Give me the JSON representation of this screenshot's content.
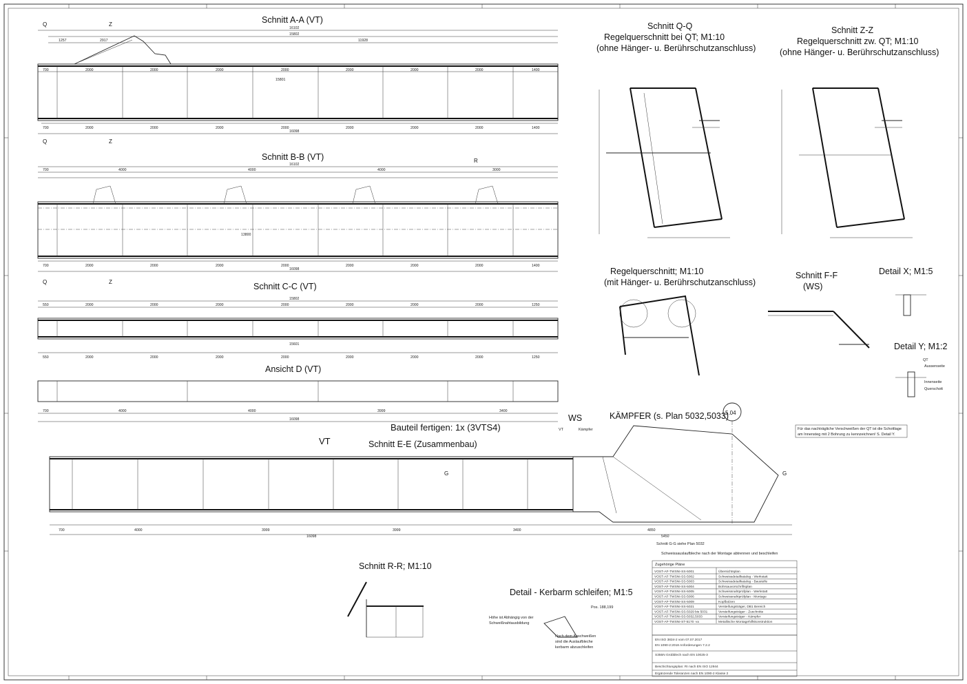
{
  "views": {
    "aa": {
      "title": "Schnitt A-A (VT)",
      "total": "16102",
      "inner": "15802",
      "top_dims": [
        "1257",
        "2917",
        "11928"
      ],
      "bottom_total": "16098",
      "fields": [
        "700",
        "2000",
        "2000",
        "2000",
        "2000",
        "2000",
        "2000",
        "2000",
        "1400"
      ],
      "mid": "15801"
    },
    "bb": {
      "title": "Schnitt B-B (VT)",
      "total": "16102",
      "top_dims": [
        "700",
        "4000",
        "4000",
        "4000",
        "3000"
      ],
      "bottom_total": "16098",
      "fields": [
        "700",
        "2000",
        "2000",
        "2000",
        "2000",
        "2000",
        "2000",
        "2000",
        "1400"
      ],
      "mid": "13800"
    },
    "cc": {
      "title": "Schnitt C-C (VT)",
      "total": "15802",
      "fields": [
        "550",
        "2000",
        "2000",
        "2000",
        "2000",
        "2000",
        "2000",
        "2000",
        "1250"
      ],
      "mid": "15601"
    },
    "d": {
      "title": "Ansicht D (VT)",
      "fields": [
        "700",
        "4000",
        "4000",
        "3999",
        "3400"
      ],
      "total": "16098"
    },
    "qq": {
      "title1": "Schnitt Q-Q",
      "title2": "Regelquerschnitt bei QT; M1:10",
      "title3": "(ohne Hänger- u. Berührschutzanschluss)"
    },
    "zz": {
      "title1": "Schnitt Z-Z",
      "title2": "Regelquerschnitt zw. QT; M1:10",
      "title3": "(ohne Hänger- u. Berührschutzanschluss)"
    },
    "rq": {
      "title1": "Regelquerschnitt; M1:10",
      "title2": "(mit Hänger- u. Berührschutzanschluss)"
    },
    "ff": {
      "title1": "Schnitt F-F",
      "title2": "(WS)"
    },
    "detx": {
      "title": "Detail X; M1:5"
    },
    "dety": {
      "title": "Detail Y; M1:2",
      "labels": [
        "QT",
        "Aussenseite",
        "Innenseite",
        "Querschott"
      ]
    },
    "ee": {
      "title": "Schnitt E-E (Zusammenbau)",
      "fields": [
        "700",
        "4000",
        "3999",
        "3999",
        "3400",
        "4850"
      ],
      "total": "16098",
      "total2": "5450"
    },
    "rr": {
      "title": "Schnitt R-R; M1:10"
    },
    "kb": {
      "title": "Detail - Kerbarm schleifen; M1:5",
      "note1": "Höhe ist Abhängig von der",
      "note2": "Schweißnahtausbildung",
      "note3": "Nach dem Anschweißen",
      "note4": "sind die Auslaufbleche",
      "note5": "kerbarm abzuschleifen",
      "pos": "Pos. 188,199"
    }
  },
  "labels": {
    "fertigen": "Bauteil fertigen: 1x (3VTS4)",
    "vt": "VT",
    "ws": "WS",
    "vt2": "VT",
    "kaempfer_small": "Kämpfer",
    "kaempfer": "KÄMPFER (s. Plan  5032,5033)",
    "axis": "5.04",
    "note_qt": "Für das nachträgliche Verschweißen der QT ist die Schottlage",
    "note_qt2": "am Innensteg mit 2 Bohrung zu kennzeichnen! S. Detail Y.",
    "schnitt_gg": "Schnitt G-G siehe Plan 5032",
    "auslauf": "Schweissauslaufbleche nach der Montage abtrennen und beschleifen"
  },
  "plans": {
    "header": "Zugehörige Pläne",
    "rows": [
      [
        "VOST-AF-TWSNI-SS-5001",
        "Übersichtsplan"
      ],
      [
        "VOST-AF-TWSNI-SS-5002",
        "Schweissdetailkatalog - Werkstatt"
      ],
      [
        "VOST-AF-TWSNI-SS-5003",
        "Schweissdetailkatalog - Baustelle"
      ],
      [
        "VOST-AF-TWSNI-SS-5004",
        "Bohrsauvorschriftsplan"
      ],
      [
        "VOST-AF-TWSNI-SS-5005",
        "Schweissnahtprüfplan - Werkstatt"
      ],
      [
        "VOST-AF-TWSNI-SS-5006",
        "Schweissnahtprüfplan - Montage"
      ],
      [
        "VOST-AF-TWSNI-SS-5009",
        "Kopfbolzen"
      ],
      [
        "VOST-AF-TWSNI-SS-5021",
        "Versteifungsträger, DB1 Bereich"
      ],
      [
        "VOST-AF-TWSNI-SS-5029 bis 5031",
        "Versteifungsträger - Zuschnitte"
      ],
      [
        "VOST-AF-TWSNI-SS-5032,5033",
        "Versteifungsträger - Kämpfer"
      ],
      [
        "VOST-AF-TWSNI-ST-5170 -xx",
        "Metallische Montagehilfskonstruktion"
      ]
    ]
  },
  "notes": {
    "n1": "EN ISO 3834-2 vom 07.07.2017",
    "n2": "EN 1090-2:2018 Anforderungen 7.2.2",
    "material": "S355N Grobblech nach EN 10025-3",
    "paint": "Beschichtungsplan: RI nach EN ISO 12944",
    "tol": "Ergänzende Toleranzen nach EN 1090-2 Klasse 2"
  },
  "colors": {
    "line": "#111111",
    "paper": "#ffffff"
  }
}
